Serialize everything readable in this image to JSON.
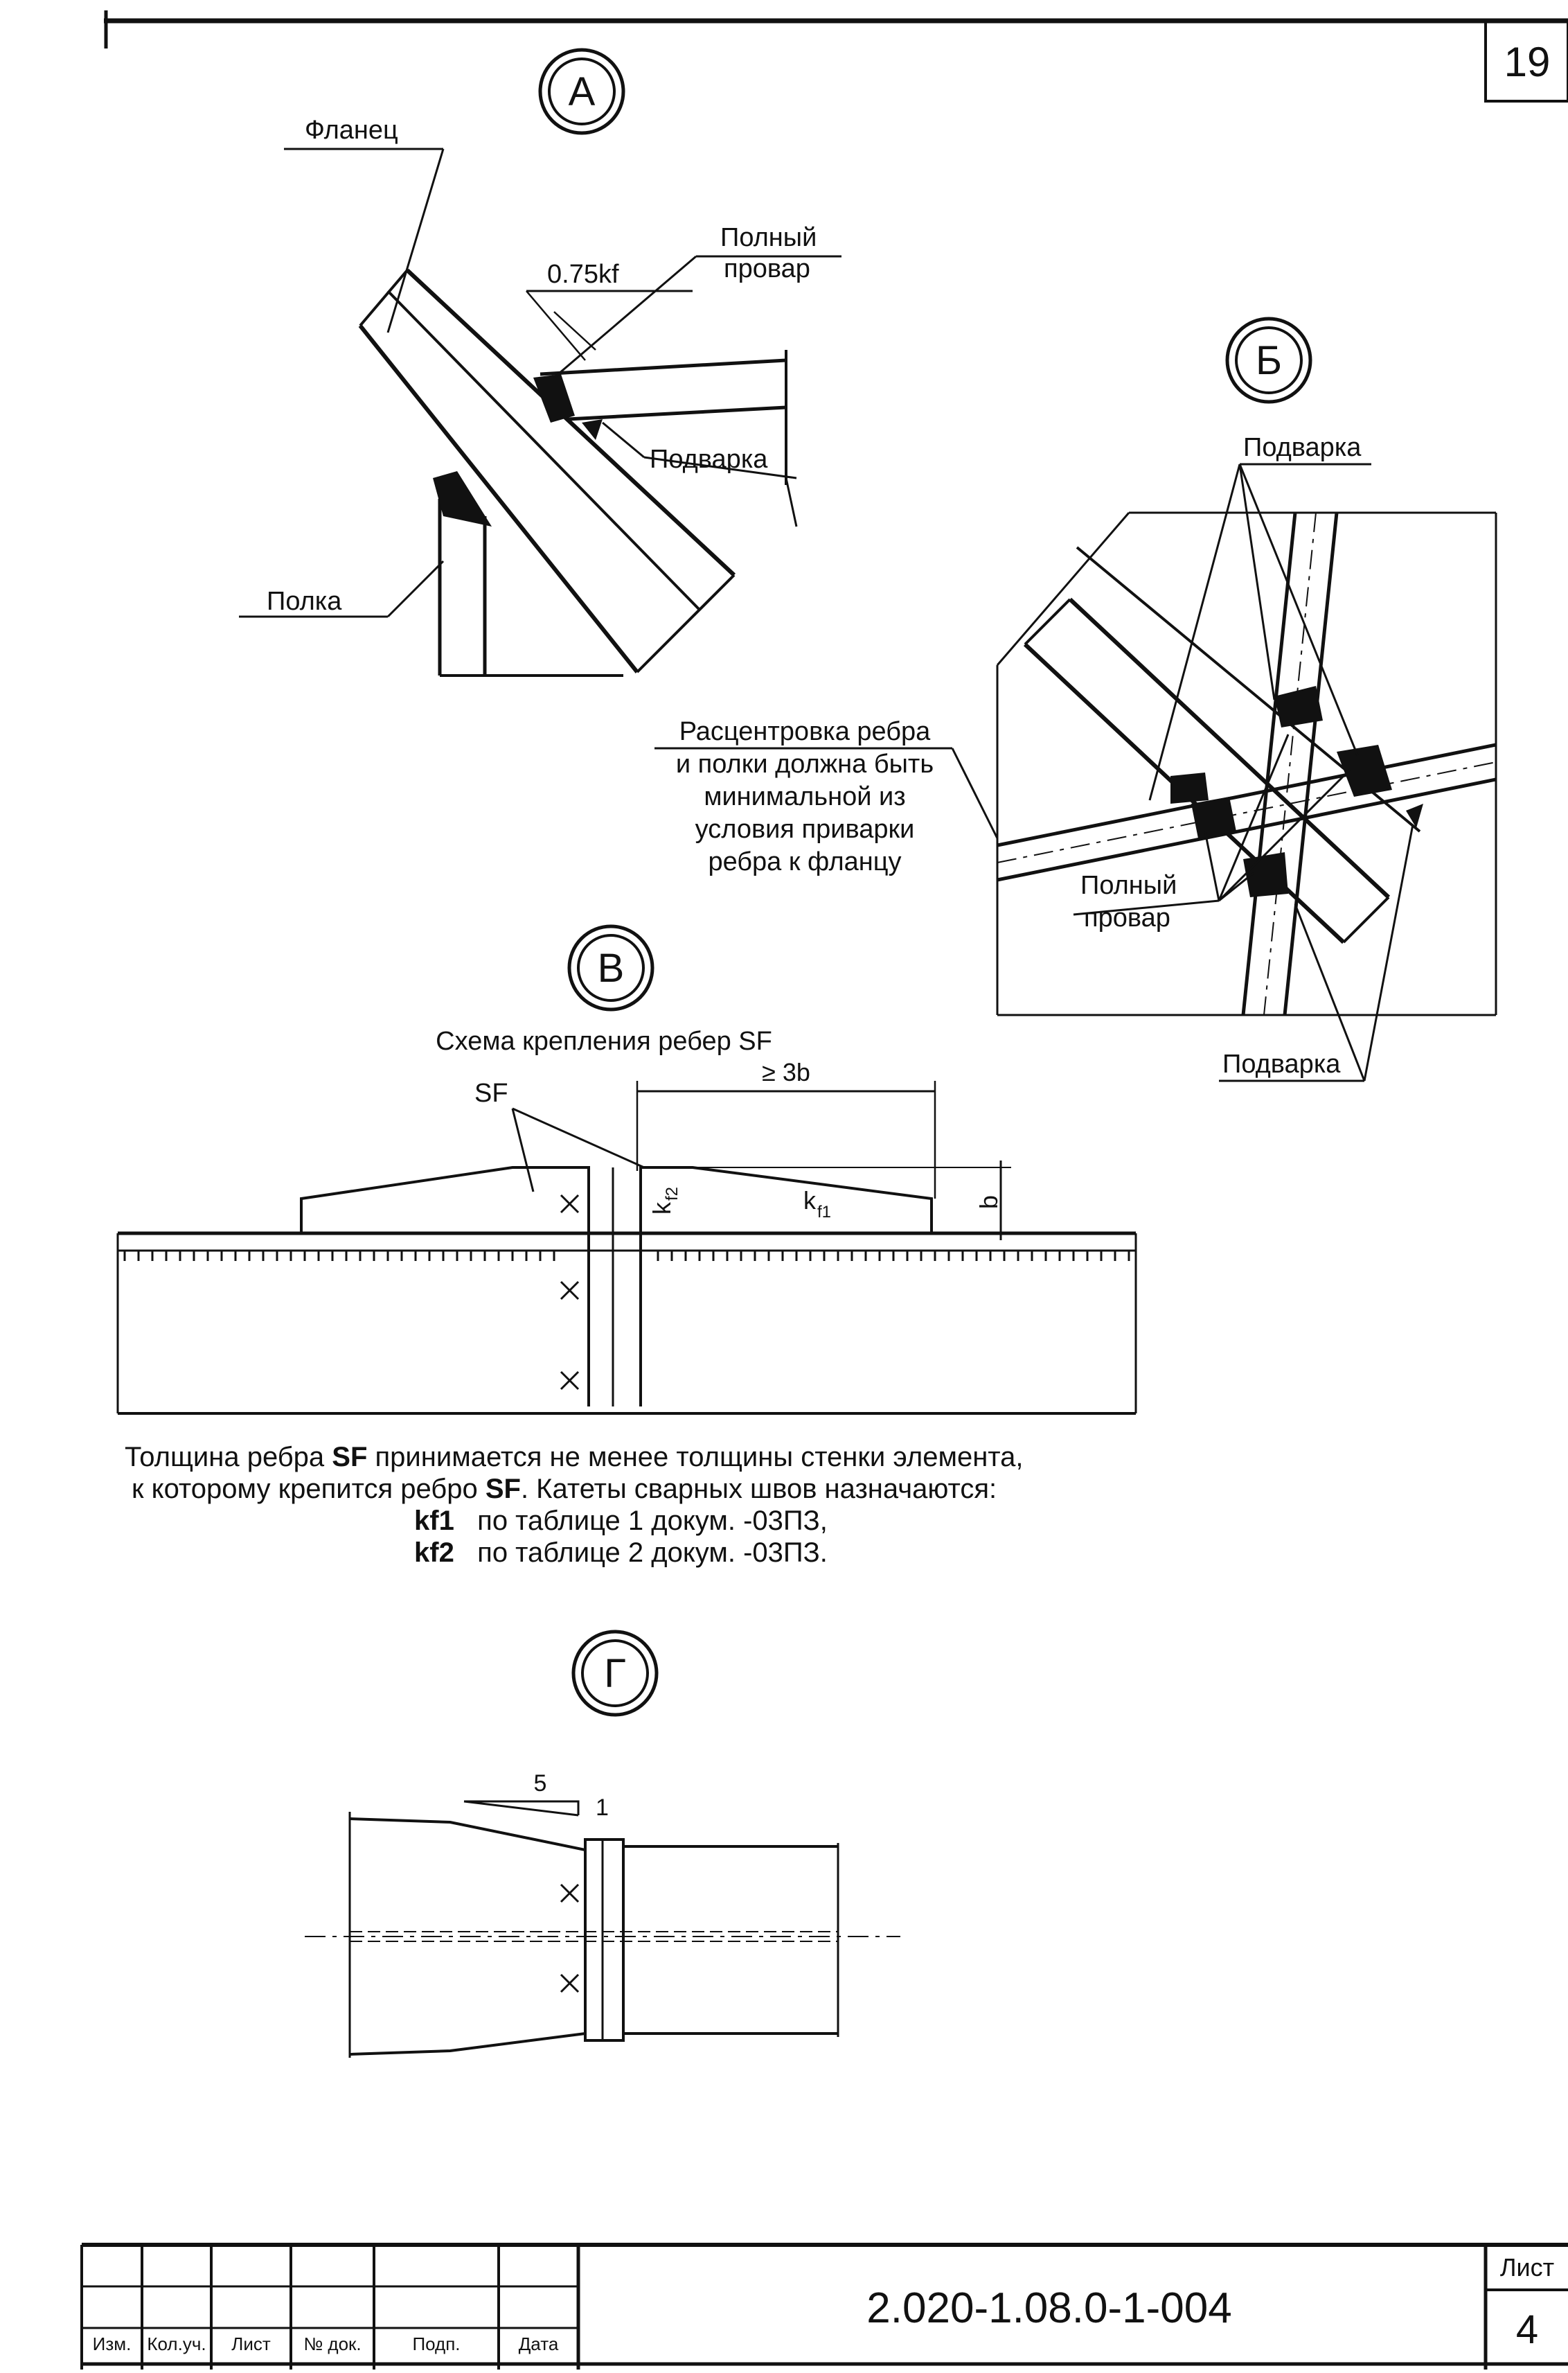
{
  "sheet": {
    "top_page_number": "19",
    "document_code": "2.020-1.08.0-1-004",
    "sheet_label": "Лист",
    "sheet_number": "4"
  },
  "title_block": {
    "cols": [
      "Изм.",
      "Кол.уч.",
      "Лист",
      "№ док.",
      "Подп.",
      "Дата"
    ]
  },
  "view_a": {
    "marker": "А",
    "flange_label": "Фланец",
    "full_penetration_line1": "Полный",
    "full_penetration_line2": "провар",
    "weld_size": "0.75kf",
    "backing_weld": "Подварка",
    "shelf_label": "Полка"
  },
  "view_b": {
    "marker": "Б",
    "backing_weld_top": "Подварка",
    "backing_weld_bottom": "Подварка",
    "full_penetration_line1": "Полный",
    "full_penetration_line2": "провар",
    "note_lines": [
      "Расцентровка ребра",
      "и полки должна быть",
      "минимальной из",
      "условия приварки",
      "ребра к фланцу"
    ]
  },
  "view_v": {
    "marker": "В",
    "caption": "Схема крепления ребер SF",
    "rib_label": "SF",
    "dim_length": "≥ 3b",
    "dim_height": "b",
    "weld_kf2_main": "k",
    "weld_kf2_sub": "f2",
    "weld_kf1_main": "k",
    "weld_kf1_sub": "f1"
  },
  "notes": {
    "line1_a": "Толщина ребра ",
    "line1_b": "SF",
    "line1_c": "  принимается не менее толщины стенки элемента,",
    "line2_a": "к которому крепится ребро ",
    "line2_b": "SF",
    "line2_c": ". Катеты сварных швов назначаются:",
    "kf1_key": "kf1",
    "kf1_text": "по таблице 1 докум. -03ПЗ,",
    "kf2_key": "kf2",
    "kf2_text": "по таблице 2 докум. -03ПЗ."
  },
  "view_g": {
    "marker": "Г",
    "slope_run": "5",
    "slope_rise": "1"
  }
}
